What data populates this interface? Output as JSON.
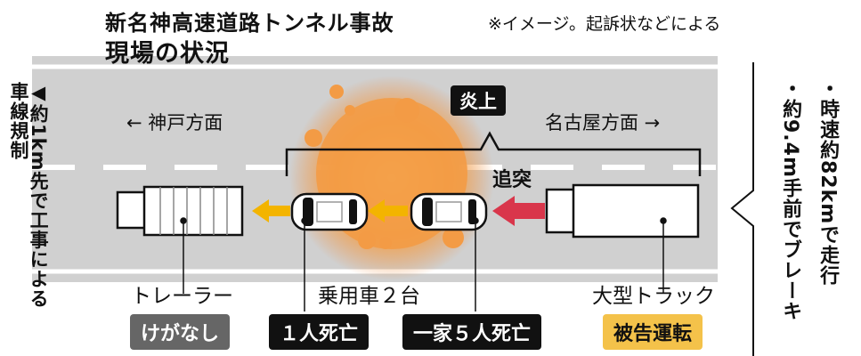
{
  "header": {
    "title": "新名神高速道路トンネル事故",
    "subtitle": "現場の状況",
    "note": "※イメージ。起訴状などによる"
  },
  "directions": {
    "left": "← 神戸方面",
    "right": "名古屋方面 →"
  },
  "left_note": "◀約1km先で工事による車線規制",
  "events": {
    "fire": "炎上",
    "rear_end": "追突"
  },
  "vehicles": {
    "trailer": "トレーラー",
    "cars": "乗用車２台",
    "truck": "大型トラック"
  },
  "badges": {
    "trailer": "けがなし",
    "car1": "１人死亡",
    "car2": "一家５人死亡",
    "truck": "被告運転"
  },
  "right_notes": {
    "speed": "・時速約82kmで走行",
    "brake": "・約9.4m手前でブレーキ"
  },
  "colors": {
    "road": "#d0d0d0",
    "fire": "#f29a3c",
    "badge_dark": "#111111",
    "badge_gray": "#666666",
    "badge_yellow": "#f4c24a",
    "arrow_yellow": "#f3b400",
    "arrow_red": "#d9364b"
  }
}
